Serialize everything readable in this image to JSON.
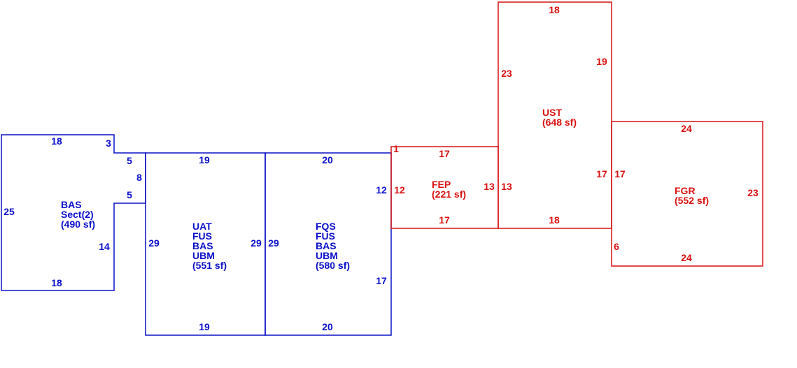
{
  "colors": {
    "existing": "#0a10c8",
    "addition": "#d81010"
  },
  "areas": {
    "bas": [
      "BAS",
      "Sect(2)",
      "(490 sf)"
    ],
    "uat": [
      "UAT",
      "FUS",
      "BAS",
      "UBM",
      "(551 sf)"
    ],
    "fqs": [
      "FQS",
      "FUS",
      "BAS",
      "UBM",
      "(580 sf)"
    ],
    "fep": [
      "FEP",
      "(221 sf)"
    ],
    "ust": [
      "UST",
      "(648 sf)"
    ],
    "fgr": [
      "FGR",
      "(552 sf)"
    ]
  },
  "dims": {
    "bas": {
      "top": "18",
      "notch_top": "3",
      "notch_upper": "5",
      "notch_depth": "8",
      "notch_lower": "5",
      "left": "25",
      "right": "14",
      "bottom": "18"
    },
    "uat": {
      "top": "19",
      "left": "29",
      "right": "29",
      "bottom": "19"
    },
    "fqs": {
      "top": "20",
      "left": "29",
      "right_upper": "12",
      "right_lower": "17",
      "bottom": "20"
    },
    "fep": {
      "corner": "1",
      "top": "17",
      "left": "12",
      "right": "13",
      "bottom": "17"
    },
    "ust": {
      "top": "18",
      "left": "23",
      "right_upper": "19",
      "left_lower": "13",
      "right_lower": "17",
      "bottom": "18"
    },
    "fgr": {
      "top": "24",
      "left": "17",
      "right": "23",
      "left_lower": "6",
      "bottom": "24"
    }
  }
}
